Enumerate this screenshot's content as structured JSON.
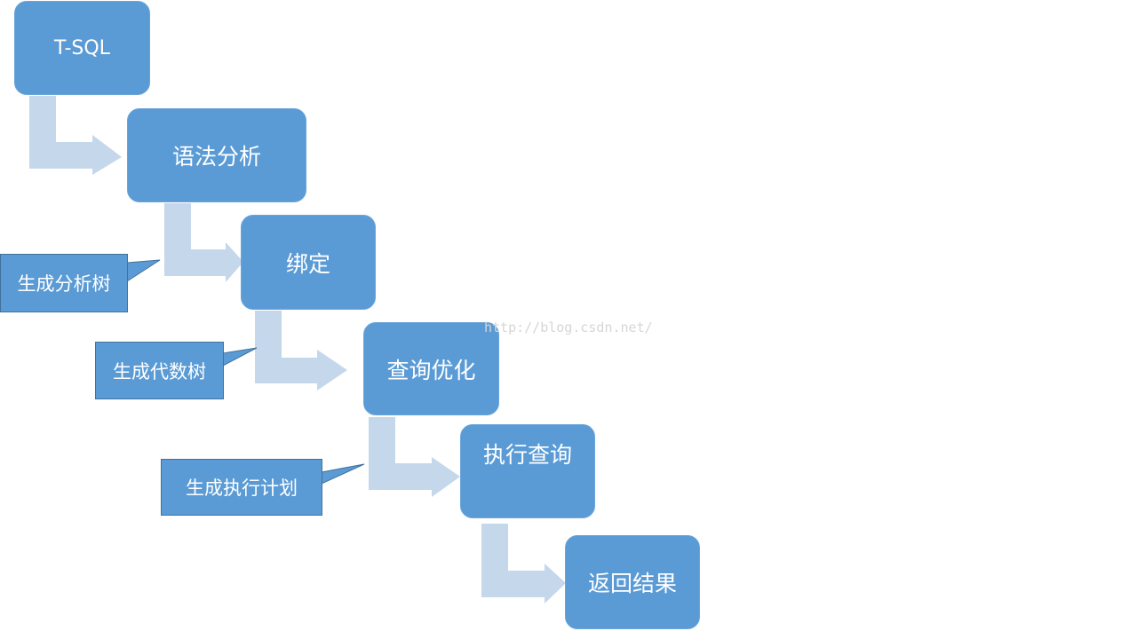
{
  "colors": {
    "box_fill": "#5b9bd5",
    "box_text": "#ffffff",
    "arrow_fill": "#c5d7eb",
    "callout_border": "#41719c"
  },
  "steps": [
    {
      "label": "T-SQL"
    },
    {
      "label": "语法分析"
    },
    {
      "label": "绑定"
    },
    {
      "label": "查询优化"
    },
    {
      "label": "执行查询"
    },
    {
      "label": "返回结果"
    }
  ],
  "callouts": [
    {
      "label": "生成分析树"
    },
    {
      "label": "生成代数树"
    },
    {
      "label": "生成执行计划"
    }
  ],
  "watermark": "http://blog.csdn.net/"
}
